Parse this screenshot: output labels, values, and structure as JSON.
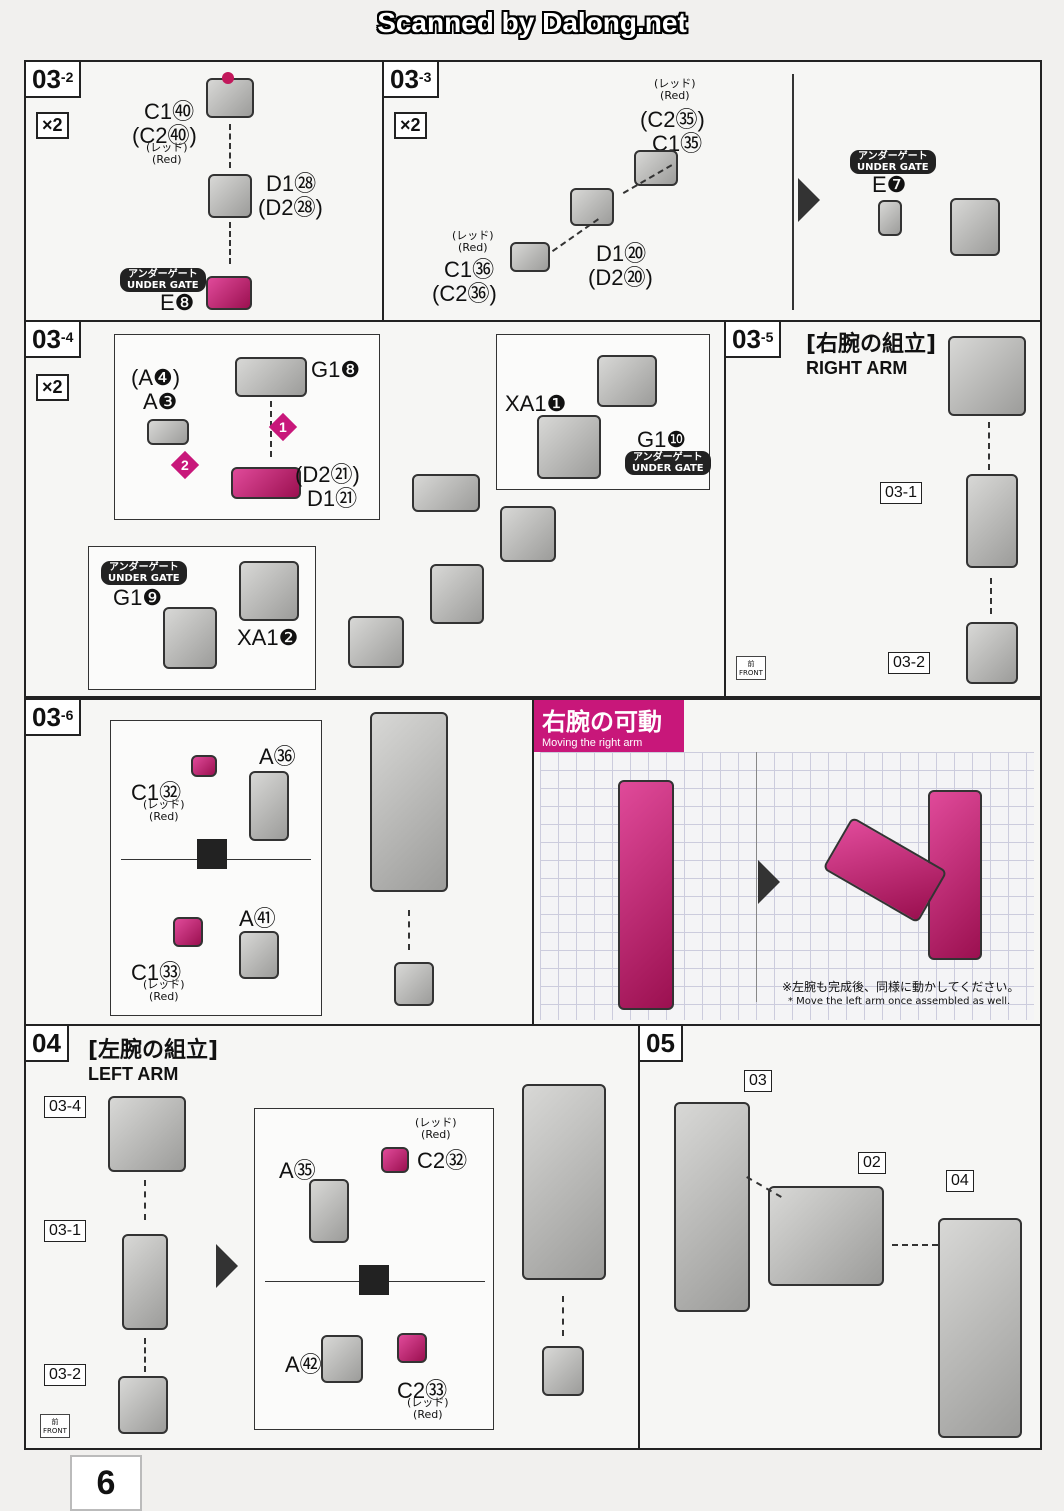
{
  "header": {
    "scan_credit": "Scanned by Dalong.net"
  },
  "page_number": "6",
  "steps": {
    "s03_2": {
      "step": "03",
      "sub": "-2",
      "multiplier": "×2",
      "parts": [
        "C1㊵",
        "(C2㊵)",
        "D1㉘",
        "(D2㉘)",
        "E❽"
      ],
      "red_jp": "(レッド)",
      "red_en": "(Red)",
      "under_gate_jp": "アンダーゲート",
      "under_gate_en": "UNDER GATE"
    },
    "s03_3": {
      "step": "03",
      "sub": "-3",
      "multiplier": "×2",
      "parts": [
        "(C2㉟)",
        "C1㉟",
        "C1㊱",
        "(C2㊱)",
        "D1⑳",
        "(D2⑳)",
        "E❼"
      ],
      "red_jp": "(レッド)",
      "red_en": "(Red)",
      "under_gate_jp": "アンダーゲート",
      "under_gate_en": "UNDER GATE"
    },
    "s03_4": {
      "step": "03",
      "sub": "-4",
      "multiplier": "×2",
      "parts": [
        "(A❹)",
        "A❸",
        "G1❽",
        "(D2㉑)",
        "D1㉑",
        "XA1❶",
        "G1❿",
        "G1❾",
        "XA1❷"
      ],
      "order": [
        "1",
        "2"
      ],
      "under_gate_jp": "アンダーゲート",
      "under_gate_en": "UNDER GATE"
    },
    "s03_5": {
      "step": "03",
      "sub": "-5",
      "title_jp": "[右腕の組立]",
      "title_en": "RIGHT ARM",
      "refs": [
        "03-1",
        "03-2"
      ],
      "front_jp": "前",
      "front_en": "FRONT"
    },
    "s03_6": {
      "step": "03",
      "sub": "-6",
      "parts": [
        "A㊱",
        "C1㉜",
        "A㊶",
        "C1㉝"
      ],
      "red_jp": "(レッド)",
      "red_en": "(Red)"
    },
    "moving": {
      "title_jp": "右腕の可動",
      "title_en": "Moving the right arm",
      "note_jp": "※左腕も完成後、同様に動かしてください。",
      "note_en": "* Move the left arm once assembled as well."
    },
    "s04": {
      "step": "04",
      "title_jp": "[左腕の組立]",
      "title_en": "LEFT ARM",
      "refs": [
        "03-4",
        "03-1",
        "03-2"
      ],
      "parts": [
        "A㉟",
        "C2㉜",
        "A㊷",
        "C2㉝"
      ],
      "red_jp": "(レッド)",
      "red_en": "(Red)",
      "front_jp": "前",
      "front_en": "FRONT"
    },
    "s05": {
      "step": "05",
      "refs": [
        "03",
        "02",
        "04"
      ]
    }
  },
  "colors": {
    "accent": "#c8177a",
    "part_grey": "#a8a8a6",
    "line": "#222222"
  }
}
